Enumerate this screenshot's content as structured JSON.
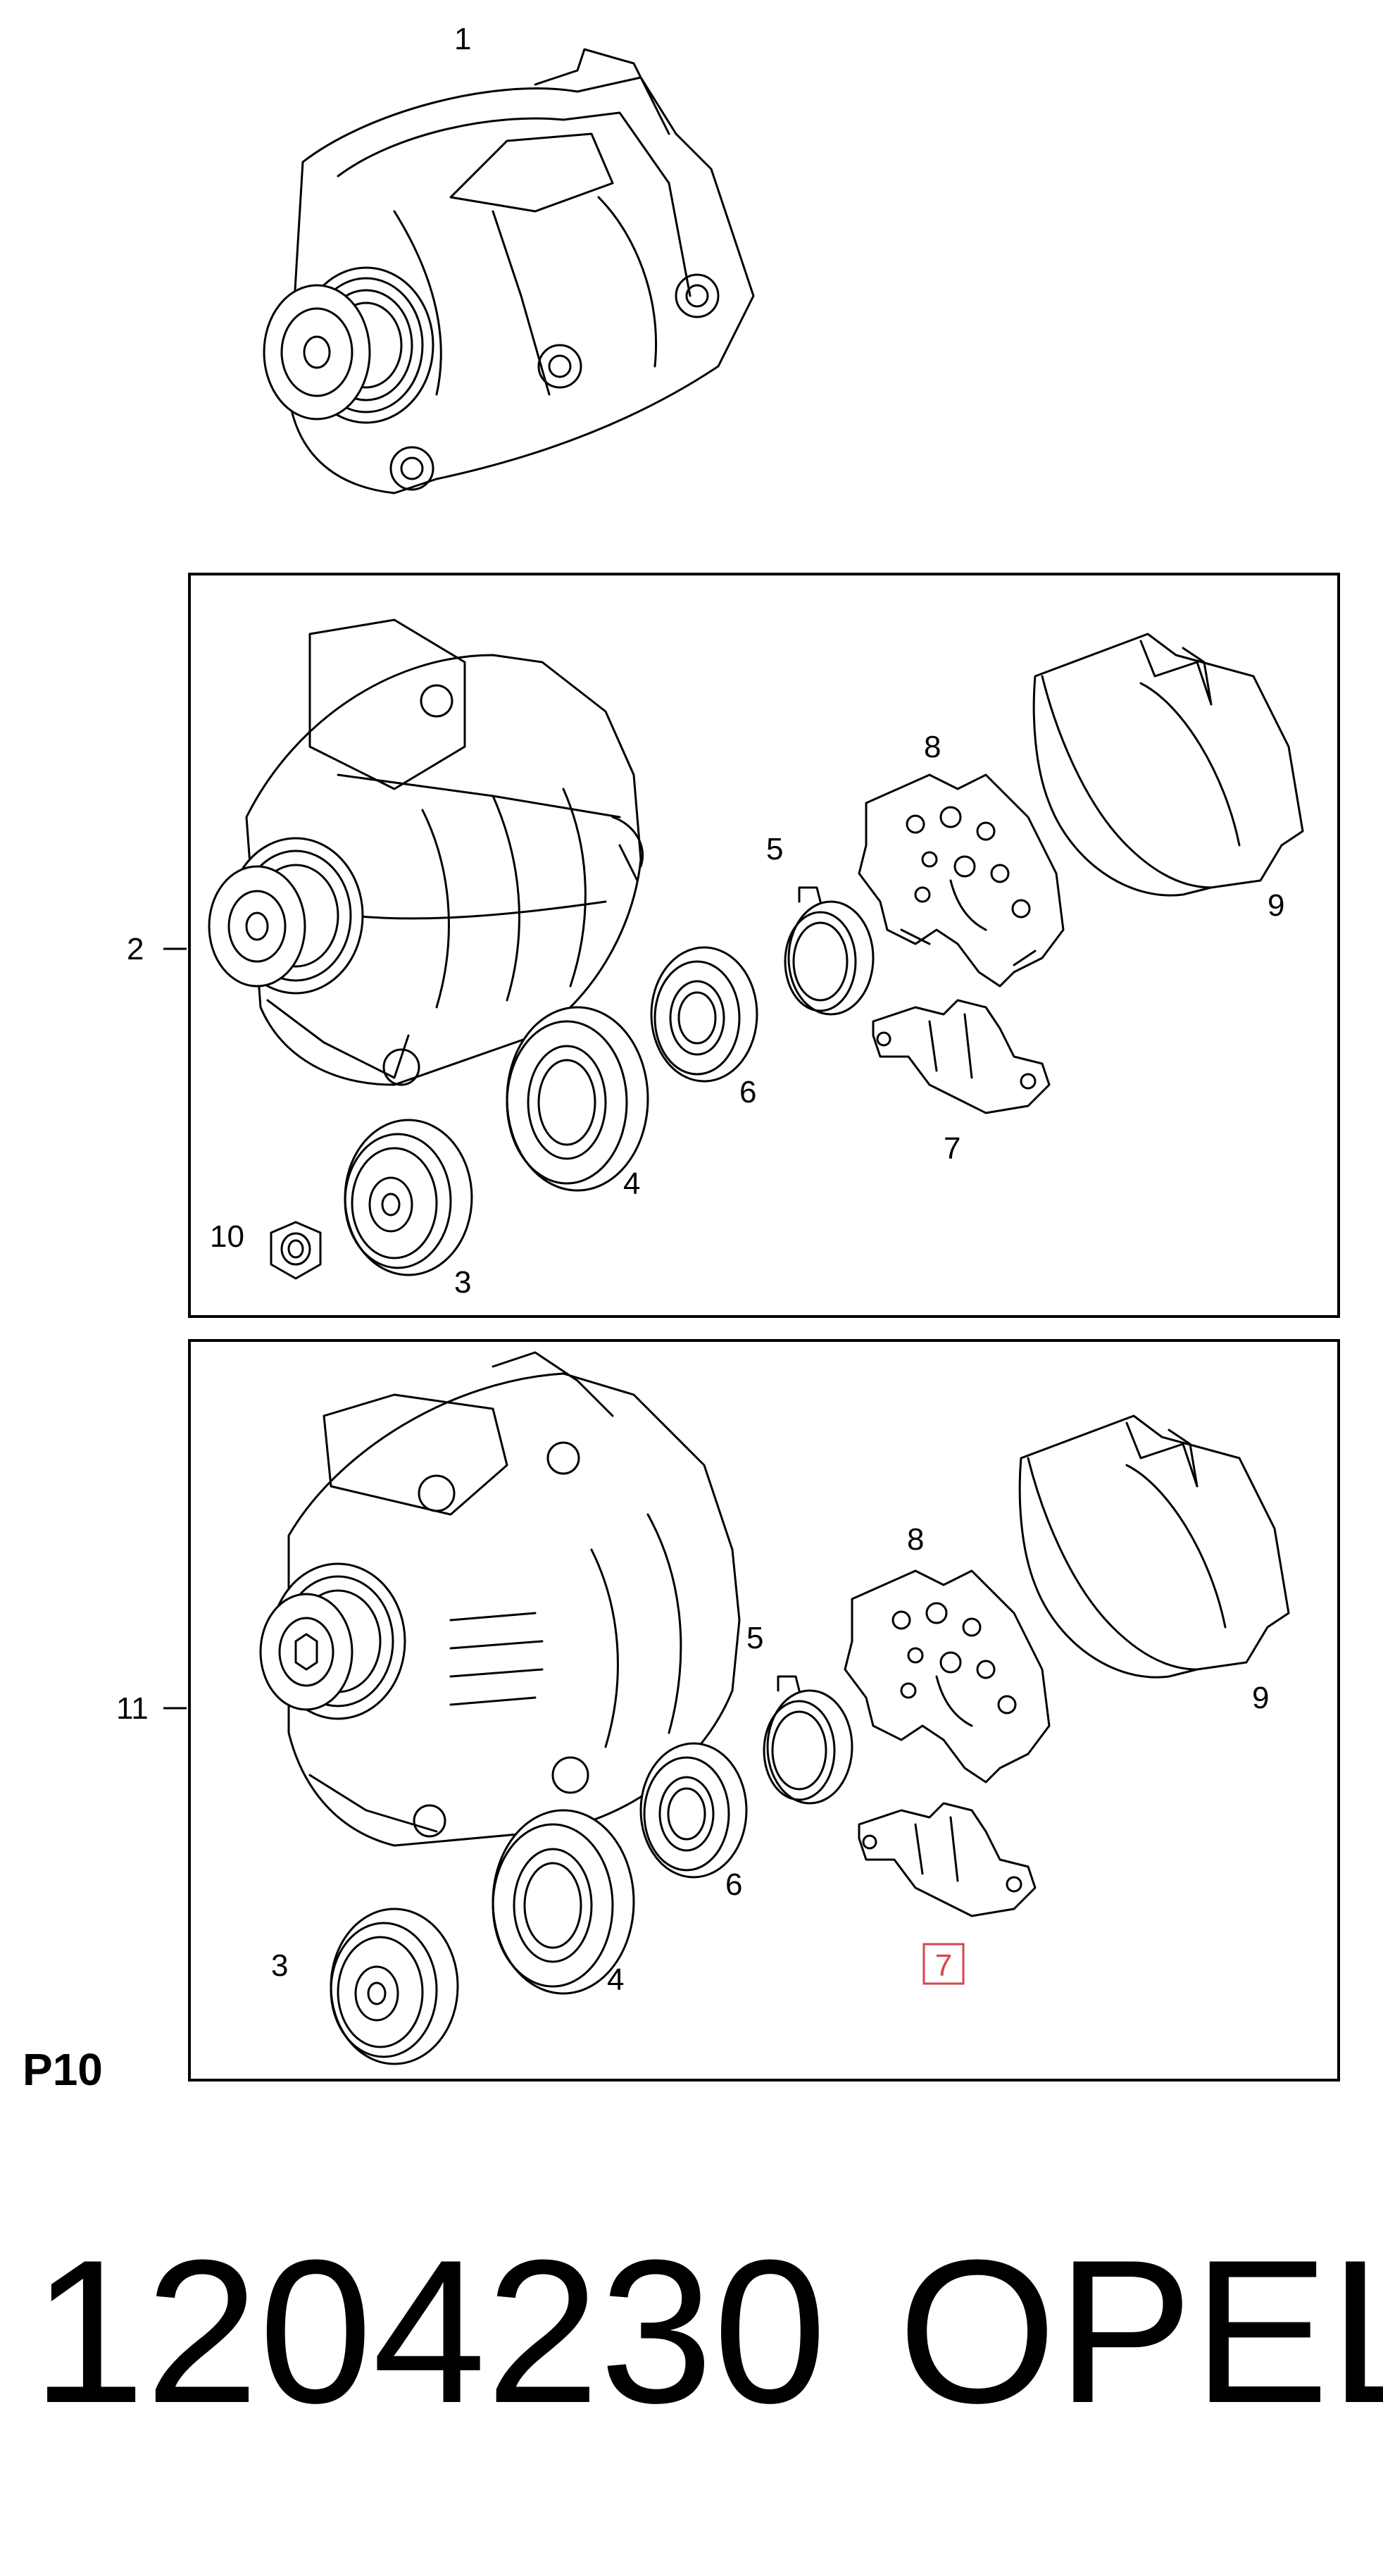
{
  "figure": {
    "page_code": "P10",
    "part_number": "1204230",
    "brand": "OPEL"
  },
  "groups": [
    {
      "id": "assembly_1",
      "label": "1"
    },
    {
      "id": "assembly_2",
      "label": "2"
    },
    {
      "id": "assembly_11",
      "label": "11"
    }
  ],
  "callouts_group_2": [
    "8",
    "5",
    "9",
    "6",
    "7",
    "4",
    "10",
    "3"
  ],
  "callouts_group_11": [
    "8",
    "5",
    "9",
    "6",
    "3",
    "4",
    "7"
  ],
  "highlight": {
    "label": "7",
    "color": "#d8464e"
  }
}
